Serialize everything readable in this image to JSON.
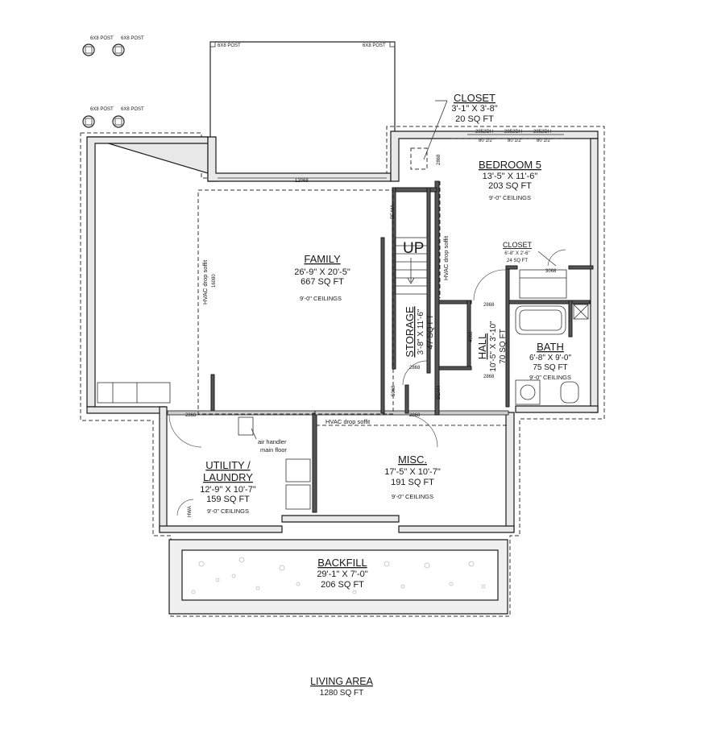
{
  "posts": {
    "label": "6X8 POST"
  },
  "rooms": {
    "closet_top": {
      "name": "CLOSET",
      "dims": "3'-1\" X 3'-8\"",
      "area": "20 SQ FT"
    },
    "bedroom5": {
      "name": "BEDROOM 5",
      "dims": "13'-5\" X 11'-6\"",
      "area": "203 SQ FT",
      "ceiling": "9'-0\" CEILINGS"
    },
    "family": {
      "name": "FAMILY",
      "dims": "26'-9\" X 20'-5\"",
      "area": "667 SQ FT",
      "ceiling": "9'-0\" CEILINGS"
    },
    "closet_small": {
      "name": "CLOSET",
      "dims": "6'-8\" X 2'-6\"",
      "area": "24 SQ FT"
    },
    "storage": {
      "name": "STORAGE",
      "dims": "3'-8\" X 11'-6\"",
      "area": "47 SQ FT"
    },
    "hall": {
      "name": "HALL",
      "dims": "10'-5\" X 3'-10\"",
      "area": "70 SQ FT"
    },
    "bath": {
      "name": "BATH",
      "dims": "6'-8\" X 9'-0\"",
      "area": "75 SQ FT",
      "ceiling": "9'-0\" CEILINGS"
    },
    "utility": {
      "name_line1": "UTILITY /",
      "name_line2": "LAUNDRY",
      "dims": "12'-9\" X 10'-7\"",
      "area": "159 SQ FT",
      "ceiling": "9'-0\" CEILINGS"
    },
    "misc": {
      "name": "MISC.",
      "dims": "17'-5\" X 10'-7\"",
      "area": "191 SQ FT",
      "ceiling": "9'-0\" CEILINGS"
    },
    "backfill": {
      "name": "BACKFILL",
      "dims": "29'-1\" X 7'-0\"",
      "area": "206 SQ FT"
    }
  },
  "annotations": {
    "up": "UP",
    "hvac_soffit": "HVAC drop soffit",
    "air_handler_1": "air handler",
    "air_handler_2": "main floor",
    "beam": "BEAM",
    "header_12068": "12068",
    "header_16080": "16080",
    "door_2868": "2868",
    "door_3068": "3068",
    "door_4068": "4068",
    "door_5068": "5068",
    "door_2868_b": "2868",
    "window_2852": "2852DH",
    "window_h": "80 1/2\"",
    "hwa": "HWA"
  },
  "summary": {
    "title": "LIVING AREA",
    "area": "1280 SQ FT"
  }
}
